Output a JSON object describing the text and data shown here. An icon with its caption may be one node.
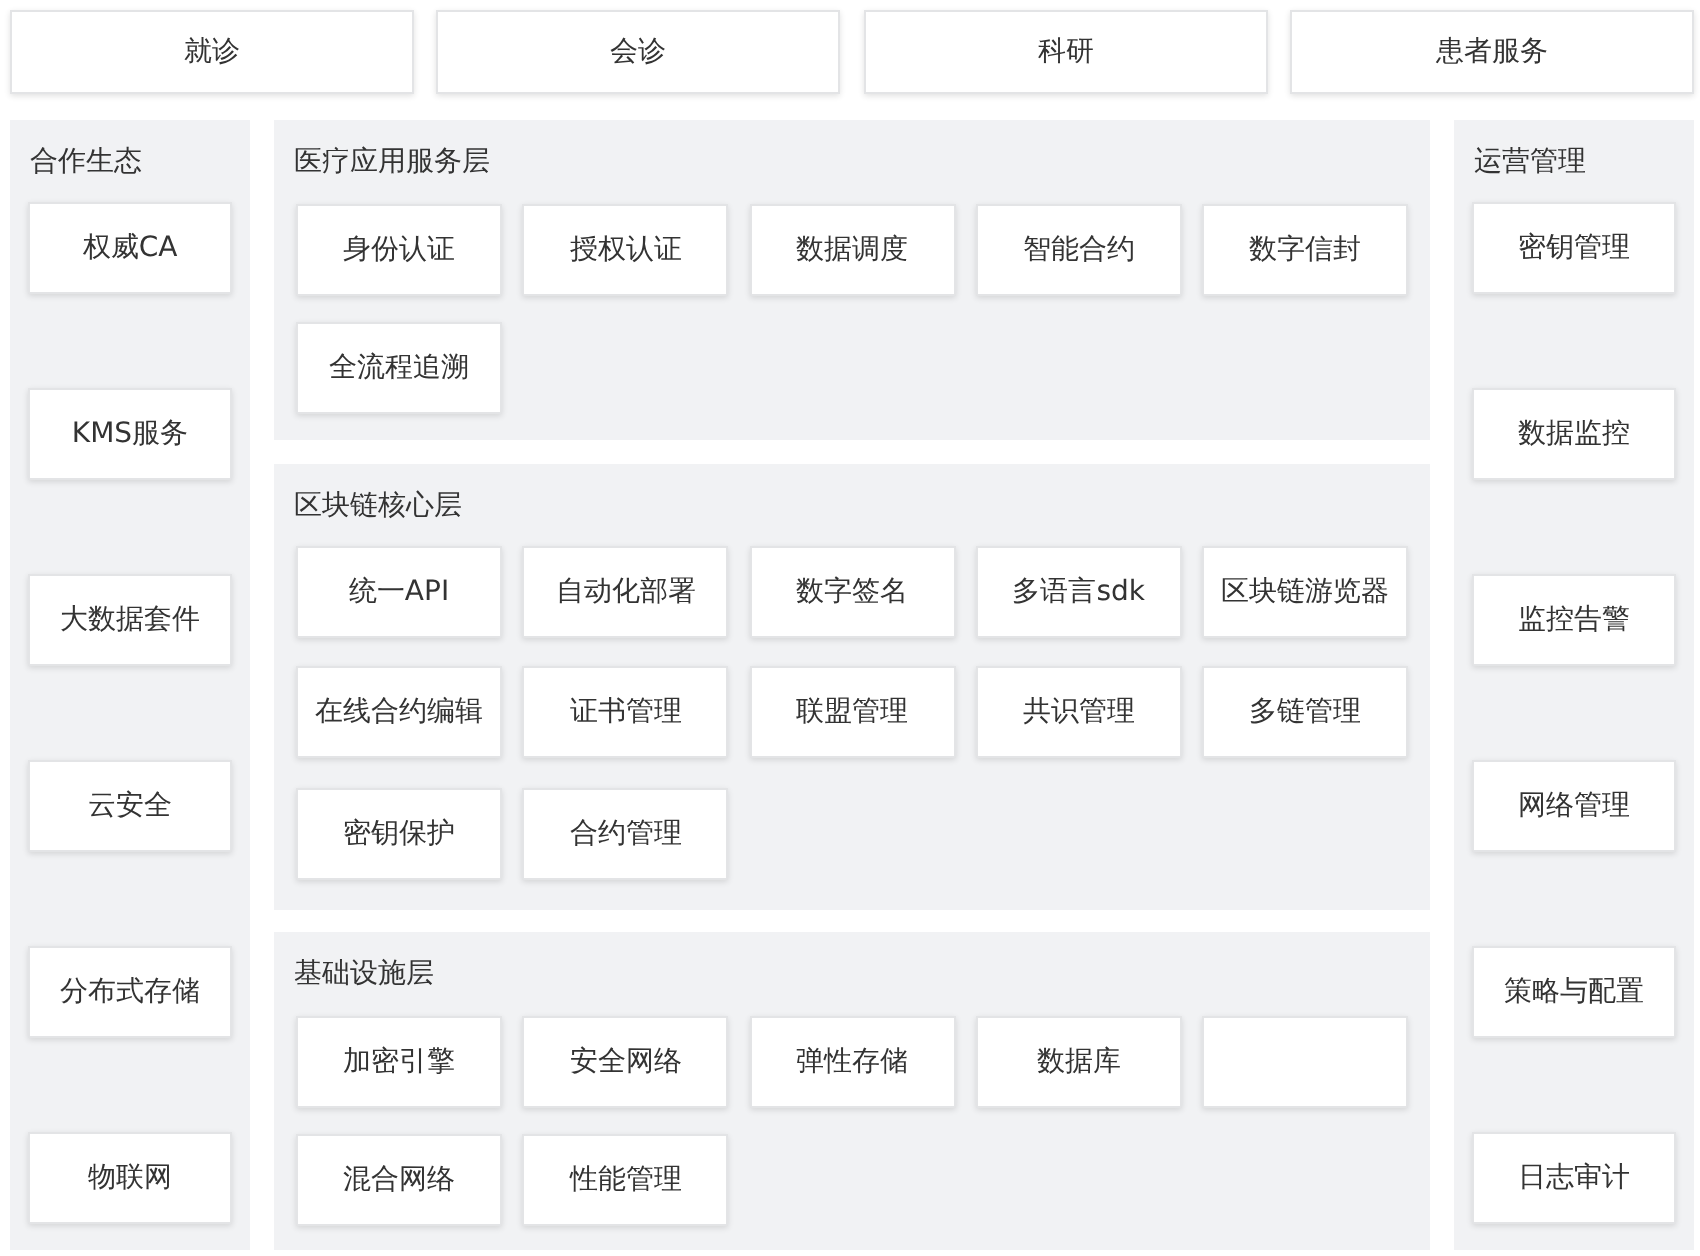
{
  "diagram": {
    "nodes": [
      {
        "text": [
          "就诊"
        ]
      },
      {
        "text": [
          "会诊"
        ]
      },
      {
        "text": [
          "科研"
        ]
      },
      {
        "text": [
          "患者服务"
        ]
      },
      {
        "text": [
          "合作生态"
        ]
      },
      {
        "text": [
          "权威CA"
        ],
        "in": 4
      },
      {
        "text": [
          "KMS服务"
        ],
        "in": 4
      },
      {
        "text": [
          "大数据套件"
        ],
        "in": 4
      },
      {
        "text": [
          "云安全"
        ],
        "in": 4
      },
      {
        "text": [
          "分布式存储"
        ],
        "in": 4
      },
      {
        "text": [
          "物联网"
        ],
        "in": 4
      },
      {
        "text": [
          "医疗应用服务层"
        ]
      },
      {
        "text": [
          "身份认证"
        ],
        "in": 11
      },
      {
        "text": [
          "授权认证"
        ],
        "in": 11
      },
      {
        "text": [
          "数据调度"
        ],
        "in": 11
      },
      {
        "text": [
          "智能合约"
        ],
        "in": 11
      },
      {
        "text": [
          "数字信封"
        ],
        "in": 11
      },
      {
        "text": [
          "全流程追溯"
        ],
        "in": 11
      },
      {
        "text": [
          "区块链核心层"
        ]
      },
      {
        "text": [
          "统一API"
        ],
        "in": 18
      },
      {
        "text": [
          "自动化部署"
        ],
        "in": 18
      },
      {
        "text": [
          "数字签名"
        ],
        "in": 18
      },
      {
        "text": [
          "多语言sdk"
        ],
        "in": 18
      },
      {
        "text": [
          "区块链游览器"
        ],
        "in": 18
      },
      {
        "text": [
          "在线合约编辑"
        ],
        "in": 18
      },
      {
        "text": [
          "证书管理"
        ],
        "in": 18
      },
      {
        "text": [
          "联盟管理"
        ],
        "in": 18
      },
      {
        "text": [
          "共识管理"
        ],
        "in": 18
      },
      {
        "text": [
          "多链管理"
        ],
        "in": 18
      },
      {
        "text": [
          "密钥保护"
        ],
        "in": 18
      },
      {
        "text": [
          "合约管理"
        ],
        "in": 18
      },
      {
        "text": [
          "基础设施层"
        ]
      },
      {
        "text": [
          "加密引擎"
        ],
        "in": 31
      },
      {
        "text": [
          "安全网络"
        ],
        "in": 31
      },
      {
        "text": [
          "弹性存储"
        ],
        "in": 31
      },
      {
        "text": [
          "数据库"
        ],
        "in": 31
      },
      {
        "text": [],
        "shape": "box",
        "in": 31
      },
      {
        "text": [
          "混合网络"
        ],
        "in": 31
      },
      {
        "text": [
          "性能管理"
        ],
        "in": 31
      },
      {
        "text": [
          "运营管理"
        ]
      },
      {
        "text": [
          "密钥管理"
        ],
        "in": 39
      },
      {
        "text": [
          "数据监控"
        ],
        "in": 39
      },
      {
        "text": [
          "监控告警"
        ],
        "in": 39
      },
      {
        "text": [
          "网络管理"
        ],
        "in": 39
      },
      {
        "text": [
          "策略与配置"
        ],
        "in": 39
      },
      {
        "text": [
          "日志审计"
        ],
        "in": 39
      }
    ]
  }
}
